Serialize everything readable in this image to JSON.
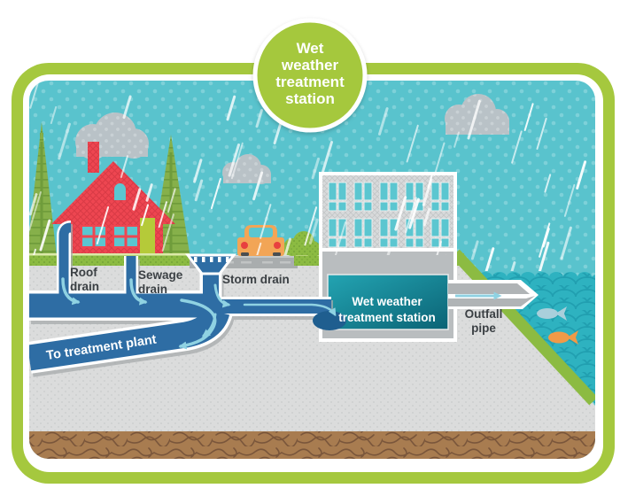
{
  "badge": {
    "lines": [
      "Wet",
      "weather",
      "treatment",
      "station"
    ],
    "full_text": "Wet weather treatment station"
  },
  "labels": {
    "roof_drain": {
      "line1": "Roof",
      "line2": "drain"
    },
    "sewage_drain": {
      "line1": "Sewage",
      "line2": "drain"
    },
    "storm_drain": "Storm drain",
    "to_treatment_plant": "To treatment plant",
    "treatment_station": {
      "line1": "Wet weather",
      "line2": "treatment station"
    },
    "outfall_pipe": {
      "line1": "Outfall",
      "line2": "pipe"
    }
  },
  "palette": {
    "frame_green": "#a5c83e",
    "sky": "#59c3cd",
    "sky_dot": "#7ed1d9",
    "cloud": "#b9c2c7",
    "house_red": "#ee4651",
    "door_green": "#b5ca39",
    "tree_green": "#86b04a",
    "grass": "#8cbb42",
    "grass_edge": "#dbe9a9",
    "ground": "#dbdcdc",
    "road": "#a9adae",
    "soil": "#a87c50",
    "soil_line": "#7a563b",
    "pipe_blue": "#2e6da4",
    "arrow_blue": "#8fd2e2",
    "tank_teal_top": "#23a4b2",
    "tank_teal_bottom": "#0b6375",
    "water": "#2eb2c0",
    "water_wave": "#219fb0",
    "fish_blue": "#a9cfdb",
    "fish_orange": "#f09a47",
    "car_orange": "#f2a556",
    "building_gray": "#d8dadb",
    "label_dark": "#3b4044",
    "white": "#ffffff"
  },
  "objects": [
    "rain",
    "clouds",
    "pine-trees",
    "house",
    "car",
    "bush",
    "road",
    "storm-drain",
    "roof-drain-pipe",
    "sewage-drain-pipe",
    "main-sewer-pipe",
    "to-treatment-plant-pipe",
    "treatment-building",
    "underground-tank",
    "outfall-pipe",
    "water",
    "blue-fish",
    "orange-fish",
    "soil-layer"
  ]
}
